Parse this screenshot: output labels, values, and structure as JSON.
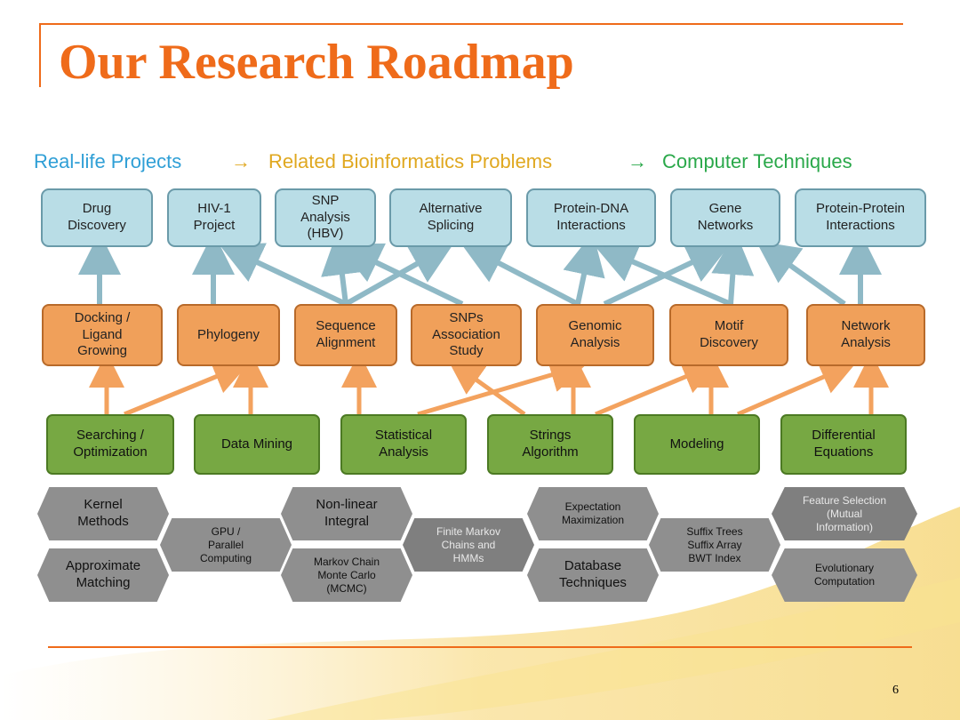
{
  "slide": {
    "title": "Our Research Roadmap",
    "page_number": "6"
  },
  "legend": {
    "real_life": "Real-life Projects",
    "related": "Related Bioinformatics Problems",
    "computer": "Computer Techniques",
    "arrow": "→",
    "colors": {
      "real_life": "#2f9fd6",
      "related": "#e0a820",
      "computer": "#2aa84a",
      "title": "#ef6b1a"
    }
  },
  "projects": [
    "Drug\nDiscovery",
    "HIV-1\nProject",
    "SNP\nAnalysis\n(HBV)",
    "Alternative\nSplicing",
    "Protein-DNA\nInteractions",
    "Gene\nNetworks",
    "Protein-Protein\nInteractions"
  ],
  "problems": [
    "Docking /\nLigand\nGrowing",
    "Phylogeny",
    "Sequence\nAlignment",
    "SNPs\nAssociation\nStudy",
    "Genomic\nAnalysis",
    "Motif\nDiscovery",
    "Network\nAnalysis"
  ],
  "techniques": [
    "Searching /\nOptimization",
    "Data Mining",
    "Statistical\nAnalysis",
    "Strings\nAlgorithm",
    "Modeling",
    "Differential\nEquations"
  ],
  "methods": [
    "Kernel\nMethods",
    "Approximate\nMatching",
    "GPU /\nParallel\nComputing",
    "Non-linear\nIntegral",
    "Markov Chain\nMonte Carlo\n(MCMC)",
    "Finite Markov\nChains and\nHMMs",
    "Expectation\nMaximization",
    "Database\nTechniques",
    "Suffix Trees\nSuffix Array\nBWT Index",
    "Feature Selection\n(Mutual\nInformation)",
    "Evolutionary\nComputation"
  ]
}
